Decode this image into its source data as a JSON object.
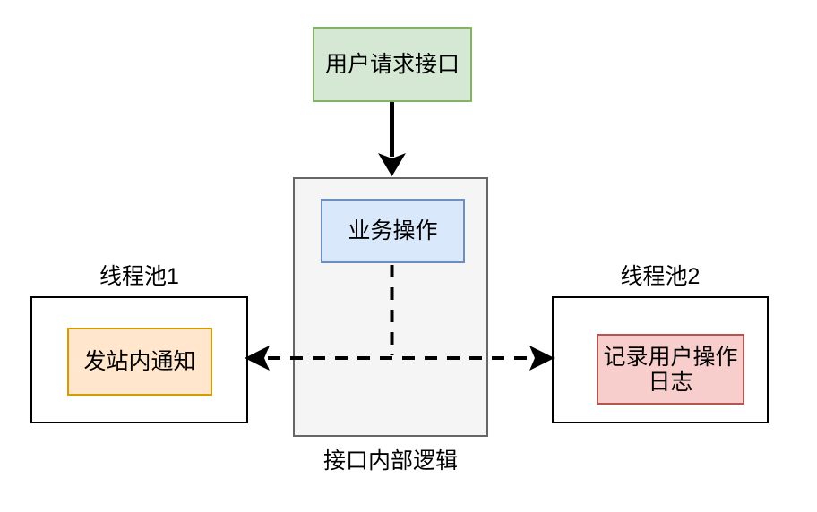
{
  "diagram": {
    "nodes": {
      "user_request": {
        "label": "用户请求接口",
        "fill": "#d5e8d4",
        "stroke": "#82b366"
      },
      "interface_internal_logic": {
        "label": "接口内部逻辑",
        "fill": "#f5f5f5",
        "stroke": "#666666"
      },
      "business_operation": {
        "label": "业务操作",
        "fill": "#dae8fc",
        "stroke": "#6c8ebf"
      },
      "thread_pool_1": {
        "label": "线程池1",
        "fill": "#ffffff",
        "stroke": "#000000"
      },
      "send_site_notification": {
        "label": "发站内通知",
        "fill": "#ffe6cc",
        "stroke": "#d79b00"
      },
      "thread_pool_2": {
        "label": "线程池2",
        "fill": "#ffffff",
        "stroke": "#000000"
      },
      "record_user_operation_log": {
        "label": "记录用户操作\n日志",
        "fill": "#f8cecc",
        "stroke": "#b85450"
      }
    },
    "edges": [
      {
        "from": "user_request",
        "to": "interface_internal_logic",
        "style": "solid",
        "arrow": "down",
        "color": "#000000"
      },
      {
        "from": "business_operation",
        "to": "send_site_notification",
        "style": "dashed",
        "arrow": "left",
        "color": "#000000"
      },
      {
        "from": "business_operation",
        "to": "record_user_operation_log",
        "style": "dashed",
        "arrow": "right",
        "color": "#000000"
      }
    ]
  }
}
